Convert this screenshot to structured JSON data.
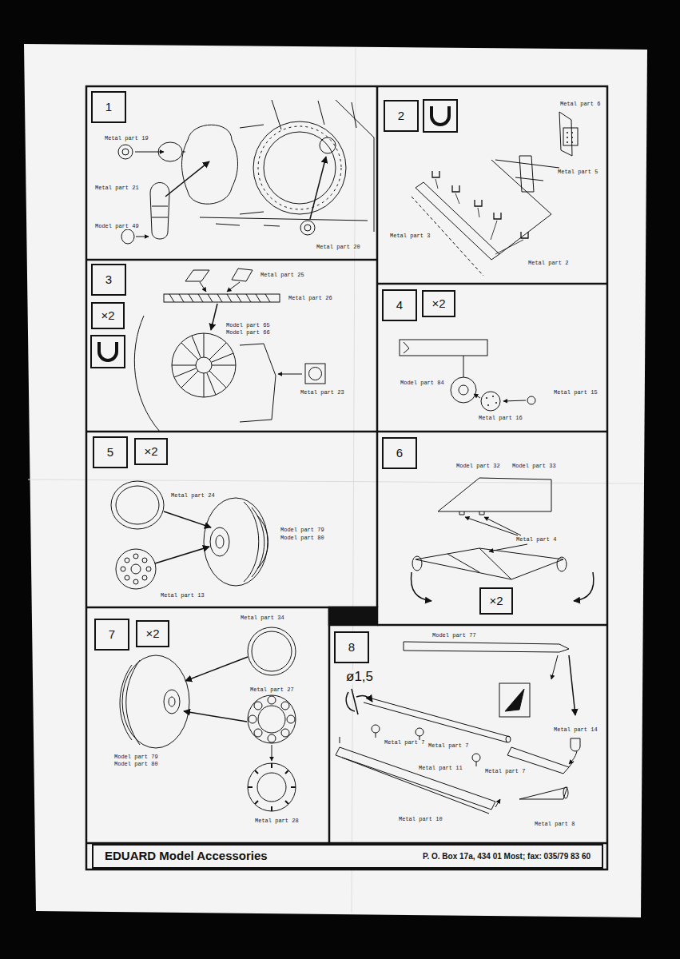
{
  "diagram": {
    "nodes": [
      {
        "text": [
          "1"
        ]
      },
      {
        "text": [
          "2"
        ]
      },
      {
        "text": [
          "3"
        ]
      },
      {
        "text": [
          "×2"
        ]
      },
      {
        "text": [
          "4"
        ]
      },
      {
        "text": [
          "×2"
        ]
      },
      {
        "text": [
          "5"
        ]
      },
      {
        "text": [
          "×2"
        ]
      },
      {
        "text": [
          "6"
        ]
      },
      {
        "text": [
          "×2"
        ]
      },
      {
        "text": [
          "7"
        ]
      },
      {
        "text": [
          "×2"
        ]
      },
      {
        "text": [
          "8"
        ]
      },
      {
        "text": [
          "EDUARD Model Accessories",
          "P. O. Box 17a, 434 01 Most; fax: 035/79 83 60"
        ]
      }
    ],
    "labels": [
      "Metal part 19",
      "Metal part 21",
      "Model part 49",
      "Metal part 20",
      "Metal part 6",
      "Metal part 5",
      "Metal part 3",
      "Metal part 2",
      "Metal part 25",
      "Metal part 26",
      "Model part 65",
      "Model part 66",
      "Metal part 23",
      "Model part 84",
      "Metal part 15",
      "Metal part 16",
      "Metal part 24",
      "Model part 79",
      "Model part 80",
      "Metal part 13",
      "Model part 32",
      "Model part 33",
      "Metal part 4",
      "Metal part 34",
      "Metal part 27",
      "Model part 79",
      "Model part 80",
      "Metal part 28",
      "Model part 77",
      "ø1,5",
      "Metal part 7",
      "Metal part 7",
      "Metal part 7",
      "Metal part 11",
      "Metal part 10",
      "Metal part 14",
      "Metal part 8"
    ]
  }
}
